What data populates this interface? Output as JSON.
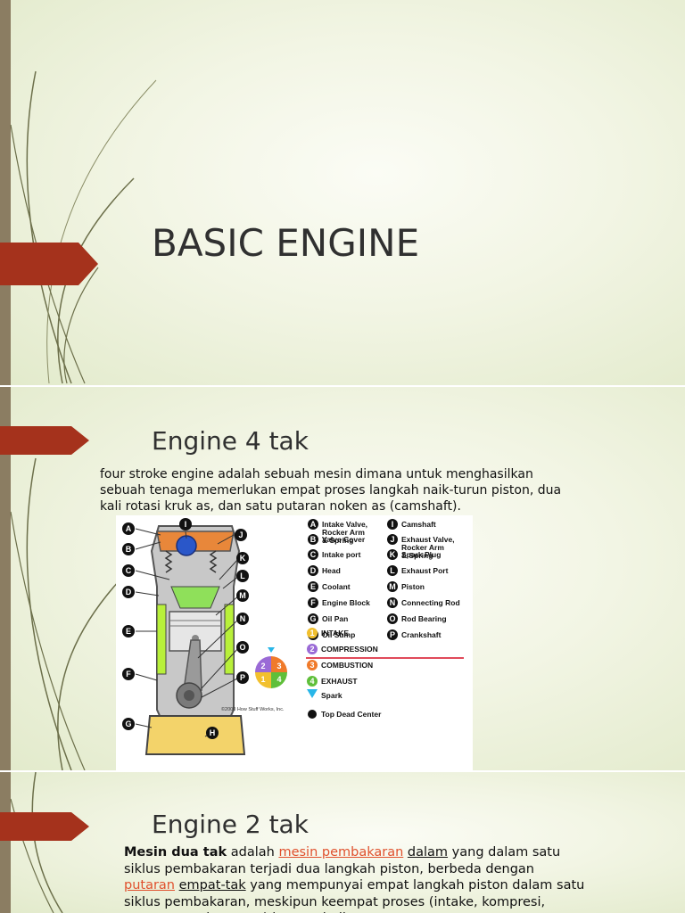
{
  "slide1": {
    "title": "BASIC ENGINE"
  },
  "slide2": {
    "title": "Engine 4 tak",
    "paragraph": "four stroke engine adalah sebuah mesin dimana untuk menghasilkan sebuah tenaga memerlukan empat proses langkah naik-turun piston, dua kali rotasi kruk as, dan satu putaran noken as (camshaft).",
    "diagram": {
      "parts": [
        {
          "key": "A",
          "label": "Intake Valve, Rocker Arm & Spring"
        },
        {
          "key": "B",
          "label": "Valve Cover"
        },
        {
          "key": "C",
          "label": "Intake port"
        },
        {
          "key": "D",
          "label": "Head"
        },
        {
          "key": "E",
          "label": "Coolant"
        },
        {
          "key": "F",
          "label": "Engine Block"
        },
        {
          "key": "G",
          "label": "Oil Pan"
        },
        {
          "key": "H",
          "label": "Oil Sump"
        },
        {
          "key": "I",
          "label": "Camshaft"
        },
        {
          "key": "J",
          "label": "Exhaust Valve, Rocker Arm & Spring"
        },
        {
          "key": "K",
          "label": "Spark Plug"
        },
        {
          "key": "L",
          "label": "Exhaust Port"
        },
        {
          "key": "M",
          "label": "Piston"
        },
        {
          "key": "N",
          "label": "Connecting Rod"
        },
        {
          "key": "O",
          "label": "Rod Bearing"
        },
        {
          "key": "P",
          "label": "Crankshaft"
        }
      ],
      "strokes": [
        {
          "num": "1",
          "label": "INTAKE",
          "color": "#f2c02e"
        },
        {
          "num": "2",
          "label": "COMPRESSION",
          "color": "#9a6ad6"
        },
        {
          "num": "3",
          "label": "COMBUSTION",
          "color": "#f07a2a"
        },
        {
          "num": "4",
          "label": "EXHAUST",
          "color": "#5fbf3a"
        }
      ],
      "spark_label": "Spark",
      "tdc_label": "Top Dead Center",
      "copyright": "©2000 How Stuff Works, Inc."
    }
  },
  "slide3": {
    "title": "Engine 2 tak",
    "p_bold": "Mesin dua tak",
    "p_t1": " adalah ",
    "p_link1": "mesin pembakaran",
    "p_t2": " ",
    "p_u1": "dalam",
    "p_t3": " yang dalam satu siklus pembakaran terjadi dua langkah piston, berbeda dengan ",
    "p_link2": "putaran",
    "p_t4": " ",
    "p_u2": "empat-tak",
    "p_t5": " yang mempunyai empat langkah piston dalam satu siklus pembakaran, meskipun keempat proses (intake, kompresi, tenaga, pembuangan) juga terjadi."
  },
  "colors": {
    "accent": "#a5321c",
    "background": "#eef2de",
    "left_bar": "#8b7d62"
  }
}
